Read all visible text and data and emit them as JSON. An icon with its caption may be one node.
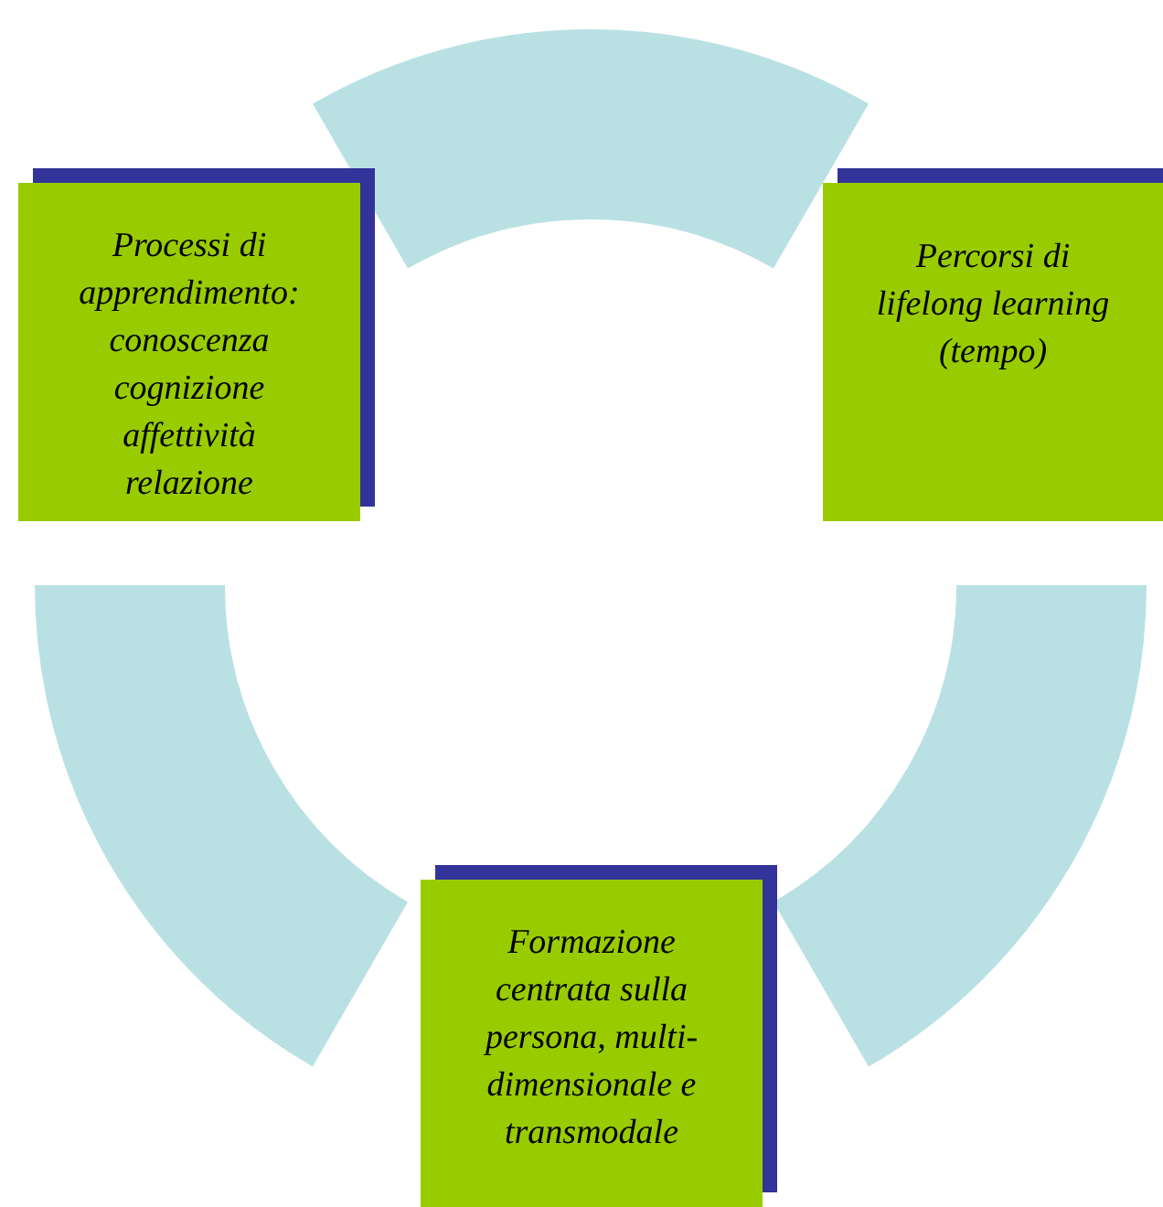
{
  "diagram": {
    "nodes": [
      {
        "text": [
          "Processi di apprendimento: conoscenza cognizione affettività relazione"
        ]
      },
      {
        "text": [
          "Percorsi di lifelong learning (tempo)"
        ]
      },
      {
        "text": [
          "Formazione centrata sulla persona, multi-dimensionale e transmodale"
        ]
      }
    ]
  }
}
